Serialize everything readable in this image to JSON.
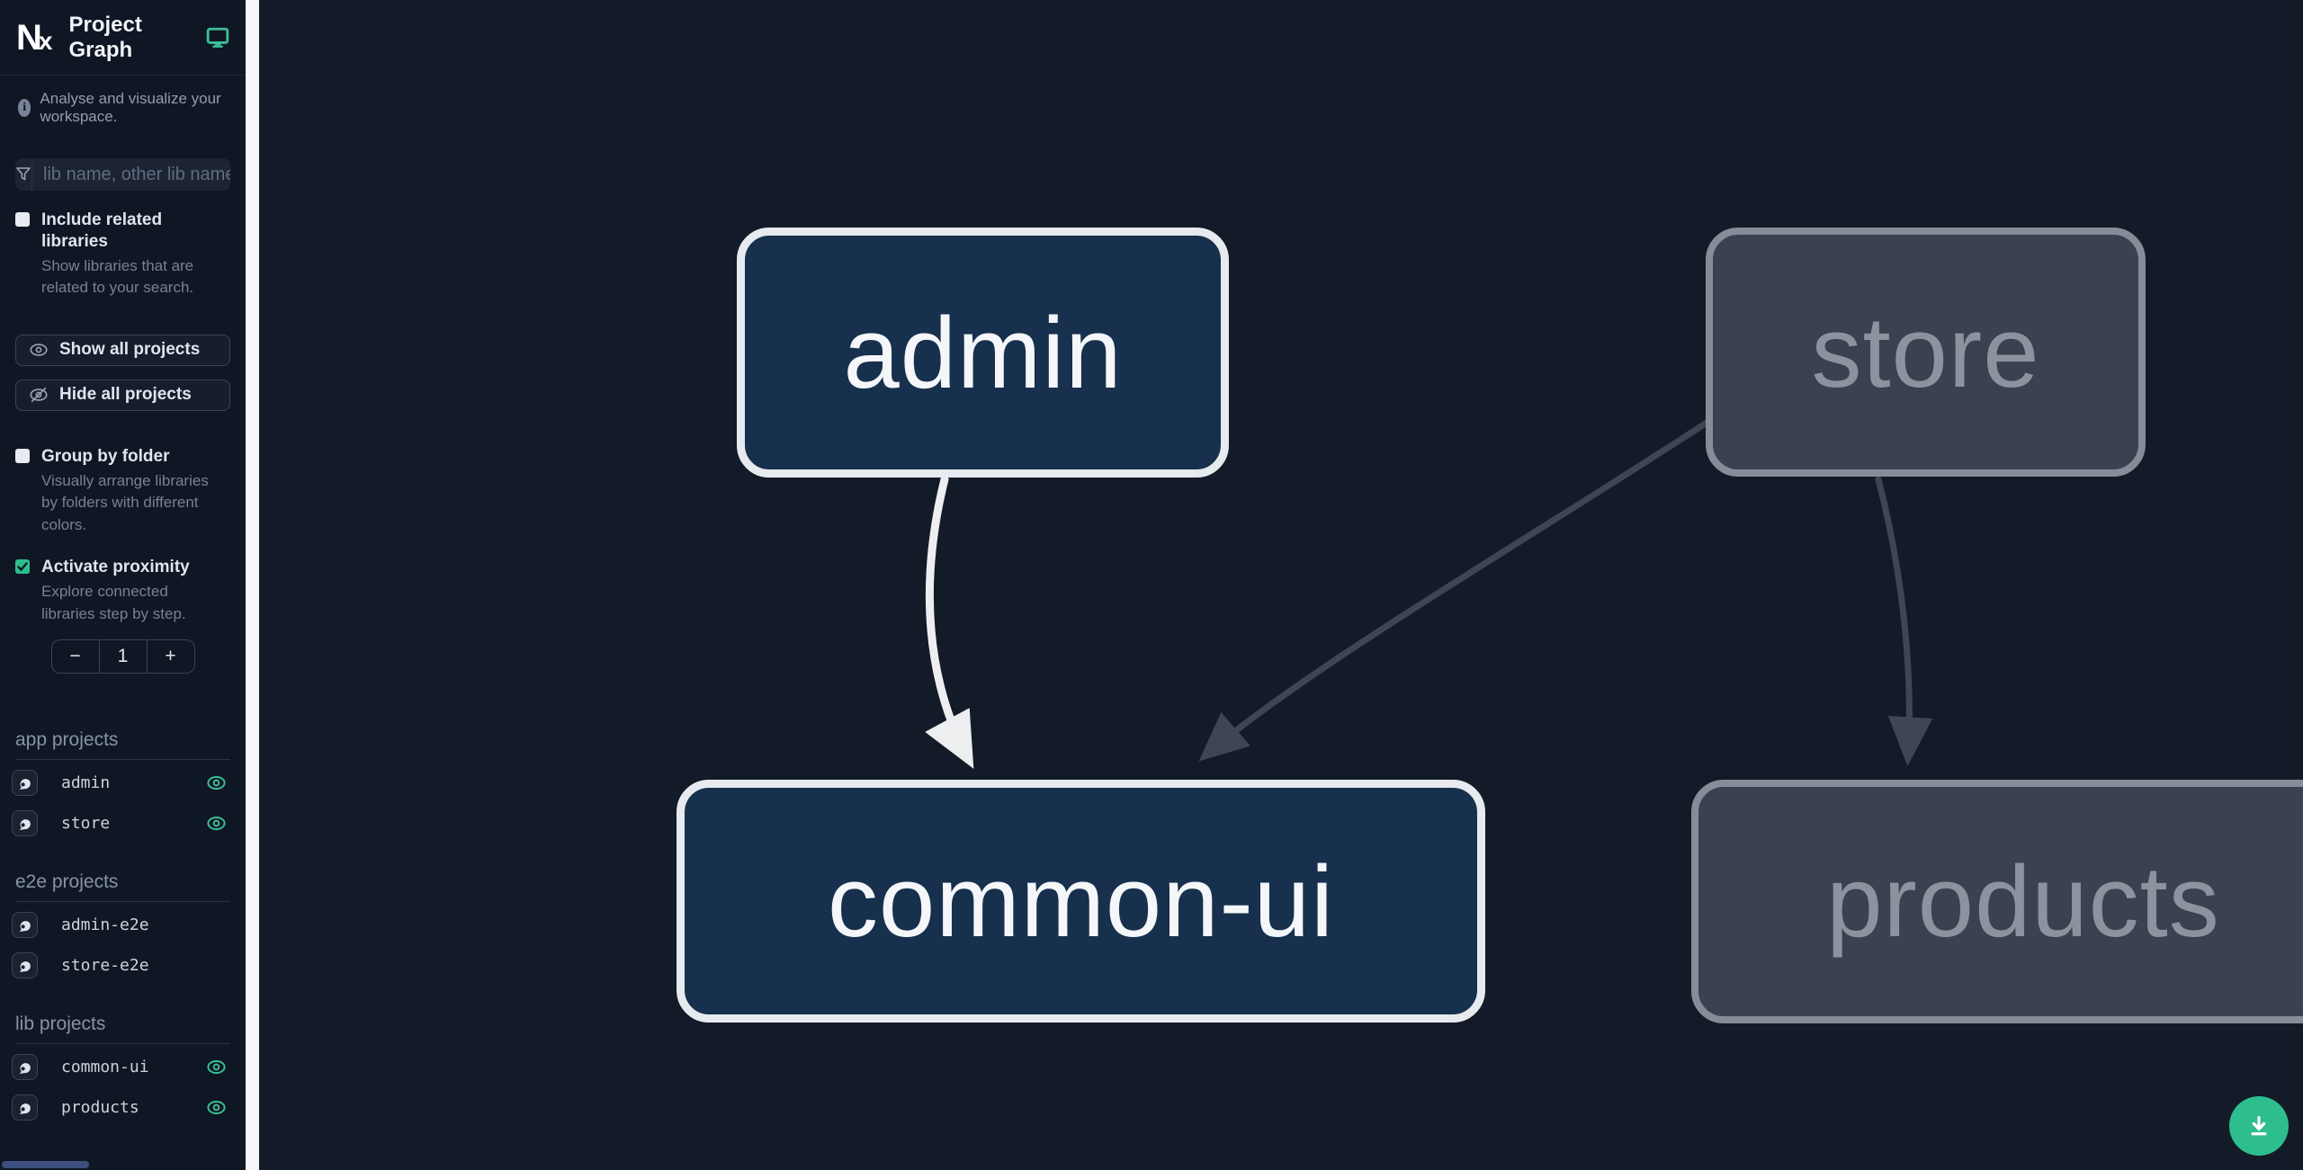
{
  "app": {
    "title": "Project Graph"
  },
  "header": {
    "tagline": "Analyse and visualize your workspace."
  },
  "search": {
    "placeholder": "lib name, other lib name"
  },
  "options": {
    "include_related": {
      "label": "Include related libraries",
      "description": "Show libraries that are related to your search.",
      "checked": false
    },
    "group_by_folder": {
      "label": "Group by folder",
      "description": "Visually arrange libraries by folders with different colors.",
      "checked": false
    },
    "activate_proximity": {
      "label": "Activate proximity",
      "description": "Explore connected libraries step by step.",
      "checked": true
    }
  },
  "actions": {
    "show_all": "Show all projects",
    "hide_all": "Hide all projects"
  },
  "stepper": {
    "decrement": "−",
    "value": "1",
    "increment": "+"
  },
  "sections": [
    {
      "title": "app projects",
      "items": [
        {
          "name": "admin",
          "visible": true
        },
        {
          "name": "store",
          "visible": true
        }
      ]
    },
    {
      "title": "e2e projects",
      "items": [
        {
          "name": "admin-e2e",
          "visible": false
        },
        {
          "name": "store-e2e",
          "visible": false
        }
      ]
    },
    {
      "title": "lib projects",
      "items": [
        {
          "name": "common-ui",
          "visible": true
        },
        {
          "name": "products",
          "visible": true
        }
      ]
    }
  ],
  "graph": {
    "nodes": [
      {
        "id": "admin",
        "label": "admin",
        "state": "focused"
      },
      {
        "id": "store",
        "label": "store",
        "state": "unfocused"
      },
      {
        "id": "common-ui",
        "label": "common-ui",
        "state": "focused"
      },
      {
        "id": "products",
        "label": "products",
        "state": "unfocused"
      }
    ],
    "edges": [
      {
        "from": "admin",
        "to": "common-ui",
        "style": "highlighted"
      },
      {
        "from": "store",
        "to": "common-ui",
        "style": "dimmed"
      },
      {
        "from": "store",
        "to": "products",
        "style": "dimmed"
      }
    ]
  },
  "colors": {
    "accent_green": "#2ebe8e",
    "eye_green": "#3cbf96",
    "focused_node_fill": "#16304d",
    "focused_node_border": "#e7eaee",
    "unfocused_node_fill": "#3a4150",
    "unfocused_node_border": "#868c98",
    "edge_dimmed": "#3e4653",
    "edge_highlighted": "#eceef0",
    "canvas_bg": "#131a28",
    "sidebar_bg": "#101724"
  }
}
